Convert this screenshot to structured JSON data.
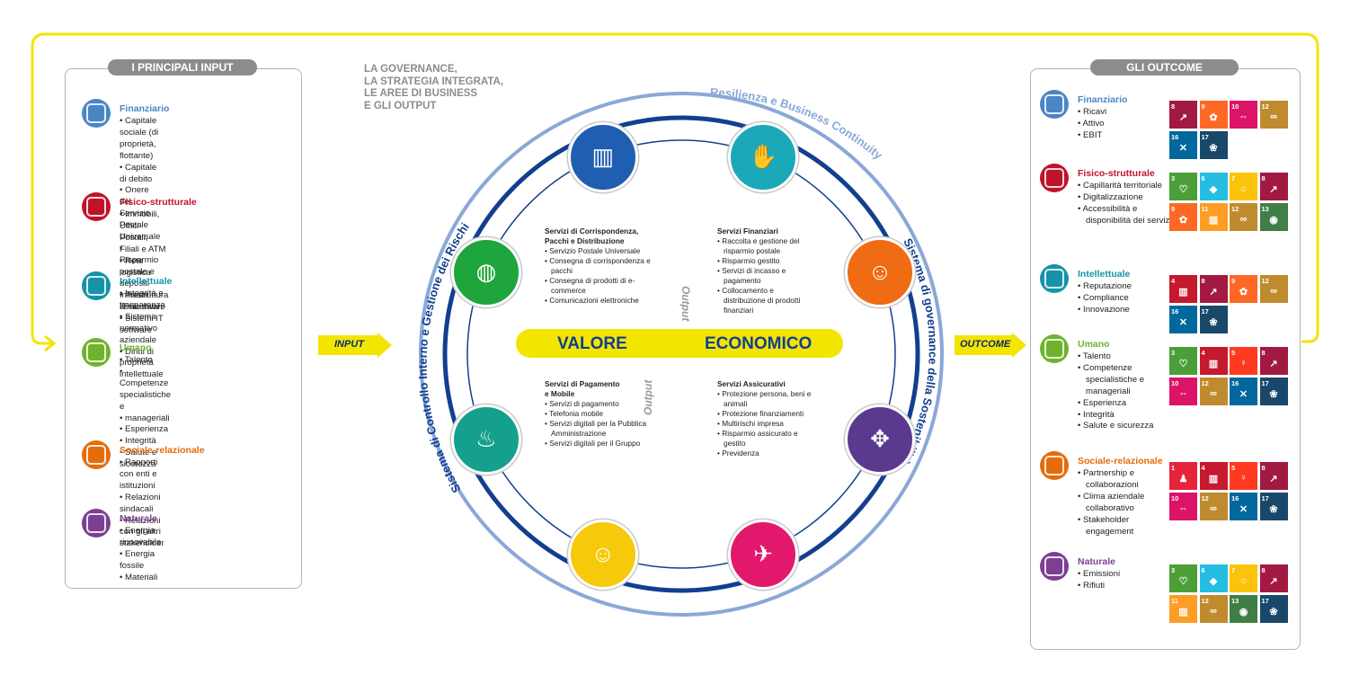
{
  "gov_text": {
    "line1": "LA GOVERNANCE,",
    "line2": "LA STRATEGIA INTEGRATA,",
    "line3": "LE AREE DI BUSINESS",
    "line4": "E GLI OUTPUT"
  },
  "left_panel": {
    "title": "I PRINCIPALI INPUT",
    "caps": [
      {
        "title": "Finanziario",
        "color": "#4a86c5",
        "items": [
          "Capitale sociale (di proprietà, flottante)",
          "Capitale di debito",
          "Onere del Servizio Postale Universale",
          "Risparmio postale e depositi",
          "Premi assicurativi"
        ]
      },
      {
        "title": "Fisico-strutturale",
        "color": "#c0132b",
        "items": [
          "Immobili, Uffici Postali, Filiali e ATM",
          "Rete logistica",
          "Infrastruttura IT hardware",
          "Sistemi IT software"
        ]
      },
      {
        "title": "Intellettuale",
        "color": "#1593a8",
        "items": [
          "Integrità e trasparenza",
          "Sistema normativo aziendale",
          "Diritti di proprietà intellettuale"
        ]
      },
      {
        "title": "Umano",
        "color": "#6fb32d",
        "items": [
          "Talento",
          "Competenze specialistiche e",
          "manageriali",
          "Esperienza",
          "Integrità",
          "Salute e sicurezza"
        ]
      },
      {
        "title": "Sociale-relazionale",
        "color": "#e46c0b",
        "items": [
          "Rapporti con enti e istituzioni",
          "Relazioni sindacali",
          "Relazioni con gli altri stakeholder"
        ]
      },
      {
        "title": "Naturale",
        "color": "#7c3f93",
        "items": [
          "Energia rinnovabile",
          "Energia fossile",
          "Materiali"
        ]
      }
    ]
  },
  "right_panel": {
    "title": "GLI OUTCOME",
    "caps": [
      {
        "title": "Finanziario",
        "color": "#4a86c5",
        "items": [
          "Ricavi",
          "Attivo",
          "EBIT"
        ]
      },
      {
        "title": "Fisico-strutturale",
        "color": "#c0132b",
        "items": [
          "Capillarità territoriale",
          "Digitalizzazione",
          "Accessibilità e disponibilità dei servizi"
        ]
      },
      {
        "title": "Intellettuale",
        "color": "#1593a8",
        "items": [
          "Reputazione",
          "Compliance",
          "Innovazione"
        ]
      },
      {
        "title": "Umano",
        "color": "#6fb32d",
        "items": [
          "Talento",
          "Competenze specialistiche e manageriali",
          "Esperienza",
          "Integrità",
          "Salute e sicurezza"
        ]
      },
      {
        "title": "Sociale-relazionale",
        "color": "#e46c0b",
        "items": [
          "Partnership e collaborazioni",
          "Clima aziendale collaborativo",
          "Stakeholder engagement"
        ]
      },
      {
        "title": "Naturale",
        "color": "#7c3f93",
        "items": [
          "Emissioni",
          "Rifiuti"
        ]
      }
    ],
    "sdg_groups": [
      [
        {
          "n": "8",
          "c": "#a21942",
          "g": "↗"
        },
        {
          "n": "9",
          "c": "#fd6925",
          "g": "✿"
        },
        {
          "n": "10",
          "c": "#dd1367",
          "g": "⇔"
        },
        {
          "n": "12",
          "c": "#bf8b2e",
          "g": "∞"
        },
        {
          "n": "16",
          "c": "#00689d",
          "g": "✕"
        },
        {
          "n": "17",
          "c": "#19486a",
          "g": "❀"
        }
      ],
      [
        {
          "n": "3",
          "c": "#4c9f38",
          "g": "♡"
        },
        {
          "n": "6",
          "c": "#26bde2",
          "g": "◆"
        },
        {
          "n": "7",
          "c": "#fcc30b",
          "g": "☼"
        },
        {
          "n": "8",
          "c": "#a21942",
          "g": "↗"
        },
        {
          "n": "9",
          "c": "#fd6925",
          "g": "✿"
        },
        {
          "n": "11",
          "c": "#fd9d24",
          "g": "▥"
        },
        {
          "n": "12",
          "c": "#bf8b2e",
          "g": "∞"
        },
        {
          "n": "13",
          "c": "#3f7e44",
          "g": "◉"
        }
      ],
      [
        {
          "n": "4",
          "c": "#c5192d",
          "g": "▥"
        },
        {
          "n": "8",
          "c": "#a21942",
          "g": "↗"
        },
        {
          "n": "9",
          "c": "#fd6925",
          "g": "✿"
        },
        {
          "n": "12",
          "c": "#bf8b2e",
          "g": "∞"
        },
        {
          "n": "16",
          "c": "#00689d",
          "g": "✕"
        },
        {
          "n": "17",
          "c": "#19486a",
          "g": "❀"
        }
      ],
      [
        {
          "n": "3",
          "c": "#4c9f38",
          "g": "♡"
        },
        {
          "n": "4",
          "c": "#c5192d",
          "g": "▥"
        },
        {
          "n": "5",
          "c": "#ff3a21",
          "g": "♀"
        },
        {
          "n": "8",
          "c": "#a21942",
          "g": "↗"
        },
        {
          "n": "10",
          "c": "#dd1367",
          "g": "⇔"
        },
        {
          "n": "12",
          "c": "#bf8b2e",
          "g": "∞"
        },
        {
          "n": "16",
          "c": "#00689d",
          "g": "✕"
        },
        {
          "n": "17",
          "c": "#19486a",
          "g": "❀"
        }
      ],
      [
        {
          "n": "1",
          "c": "#e5243b",
          "g": "♟"
        },
        {
          "n": "4",
          "c": "#c5192d",
          "g": "▥"
        },
        {
          "n": "5",
          "c": "#ff3a21",
          "g": "♀"
        },
        {
          "n": "8",
          "c": "#a21942",
          "g": "↗"
        },
        {
          "n": "10",
          "c": "#dd1367",
          "g": "⇔"
        },
        {
          "n": "12",
          "c": "#bf8b2e",
          "g": "∞"
        },
        {
          "n": "16",
          "c": "#00689d",
          "g": "✕"
        },
        {
          "n": "17",
          "c": "#19486a",
          "g": "❀"
        }
      ],
      [
        {
          "n": "3",
          "c": "#4c9f38",
          "g": "♡"
        },
        {
          "n": "6",
          "c": "#26bde2",
          "g": "◆"
        },
        {
          "n": "7",
          "c": "#fcc30b",
          "g": "☼"
        },
        {
          "n": "8",
          "c": "#a21942",
          "g": "↗"
        },
        {
          "n": "11",
          "c": "#fd9d24",
          "g": "▥"
        },
        {
          "n": "12",
          "c": "#bf8b2e",
          "g": "∞"
        },
        {
          "n": "13",
          "c": "#3f7e44",
          "g": "◉"
        },
        {
          "n": "17",
          "c": "#19486a",
          "g": "❀"
        }
      ]
    ]
  },
  "flow": {
    "input_label": "INPUT",
    "outcome_label": "OUTCOME"
  },
  "ring": {
    "outer_label": "Resilienza e Business Continuity",
    "left_label": "Sistema di Controllo Interno e Gestione dei Rischi",
    "right_label": "Sistema di governance della Sostenibilità"
  },
  "center": {
    "valore": "VALORE",
    "economico": "ECONOMICO",
    "output1": "Output",
    "output2": "Output"
  },
  "services": {
    "corrispondenza": {
      "title1": "Servizi di Corrispondenza,",
      "title2": "Pacchi e Distribuzione",
      "items": [
        "Servizio Postale Universale",
        "Consegna di corrispondenza e pacchi",
        "Consegna di prodotti di e-commerce",
        "Comunicazioni elettroniche"
      ]
    },
    "finanziari": {
      "title1": "Servizi Finanziari",
      "items": [
        "Raccolta e gestione del risparmio postale",
        "Risparmio gestito",
        "Servizi di incasso e pagamento",
        "Collocamento e distribuzione di prodotti finanziari"
      ]
    },
    "pagamento": {
      "title1": "Servizi di Pagamento",
      "title2": "e Mobile",
      "items": [
        "Servizi di pagamento",
        "Telefonia mobile",
        "Servizi digitali per la Pubblica Amministrazione",
        "Servizi digitali per il Gruppo"
      ]
    },
    "assicurativi": {
      "title1": "Servizi Assicurativi",
      "items": [
        "Protezione persona, beni e animali",
        "Protezione finanziamenti",
        "Multirischi impresa",
        "Risparmio assicurato e gestito",
        "Previdenza"
      ]
    }
  },
  "circles": [
    {
      "name": "chart-icon",
      "color": "#1f5eb0",
      "glyph": "▥"
    },
    {
      "name": "handshake-icon",
      "color": "#1ba8b9",
      "glyph": "✋"
    },
    {
      "name": "people-icon",
      "color": "#ef6b14",
      "glyph": "☺"
    },
    {
      "name": "hands-icon",
      "color": "#5a3a8e",
      "glyph": "✥"
    },
    {
      "name": "italy-hand-icon",
      "color": "#e2186c",
      "glyph": "✈"
    },
    {
      "name": "smile-icon",
      "color": "#f7c90b",
      "glyph": "☺"
    },
    {
      "name": "lightbulb-icon",
      "color": "#14a08d",
      "glyph": "♨"
    },
    {
      "name": "globe-icon",
      "color": "#1ea53c",
      "glyph": "◍"
    }
  ]
}
